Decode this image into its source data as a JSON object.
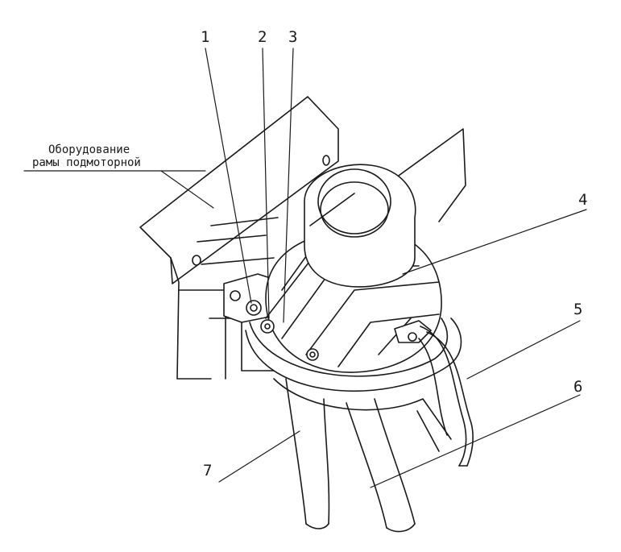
{
  "caption": {
    "line1": "Оборудование",
    "line2": "рамы подмоторной"
  },
  "callouts": {
    "c1": "1",
    "c2": "2",
    "c3": "3",
    "c4": "4",
    "c5": "5",
    "c6": "6",
    "c7": "7"
  }
}
